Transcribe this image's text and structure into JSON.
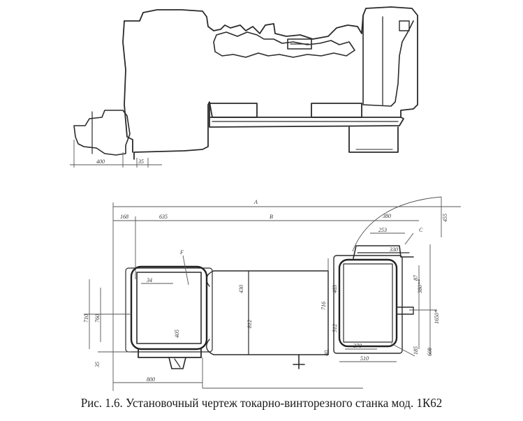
{
  "caption": "Рис. 1.6. Установочный чертеж токарно-винторезного станка мод. 1К62",
  "dimension_labels": {
    "d400": "400",
    "d35_top": "35",
    "dA": "A",
    "dB": "B",
    "d168": "168",
    "d635": "635",
    "d380": "380",
    "d455": "455",
    "d253": "253",
    "dC": "C",
    "d330": "330",
    "d87": "87",
    "d380b": "380**",
    "d1650": "1650*",
    "d35_left": "35",
    "d710": "710",
    "d760": "760",
    "d34": "34",
    "d405": "405",
    "d430": "430",
    "d812": "812",
    "d716": "716",
    "d463": "463",
    "d512": "512",
    "d370": "370",
    "d510": "510",
    "d185": "185",
    "d608": "608",
    "d800": "800",
    "dF": "F",
    "d40": "40"
  }
}
